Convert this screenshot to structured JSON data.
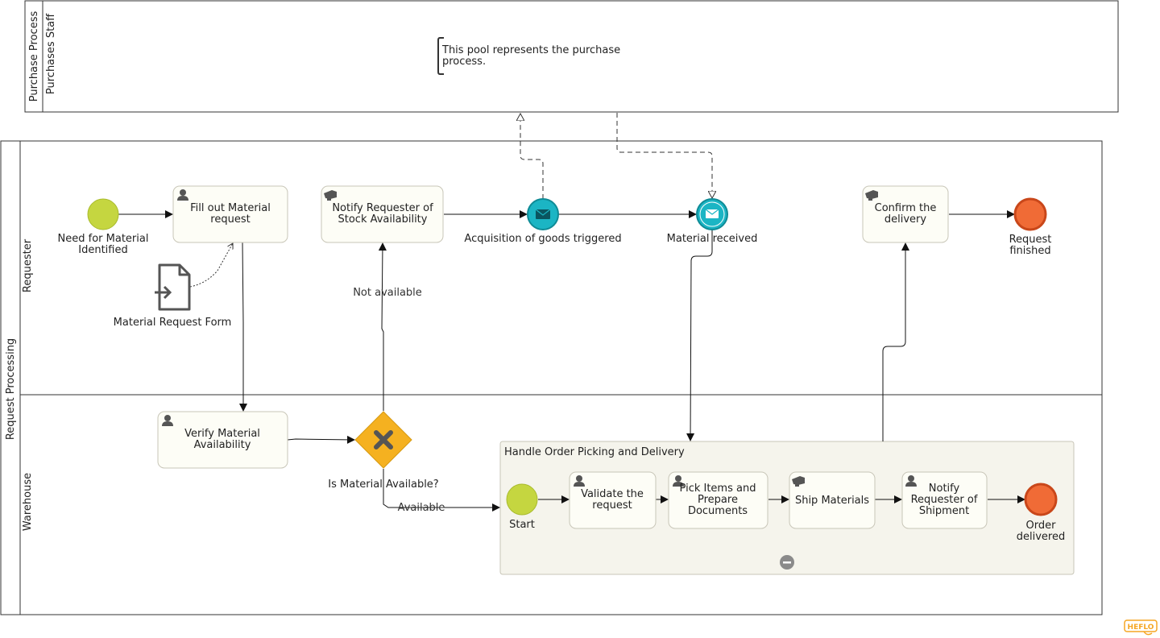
{
  "pools": {
    "purchase": {
      "title": "Purchase Process",
      "lane": "Purchases Staff",
      "annotation": [
        "This pool represents the purchase",
        "process."
      ]
    },
    "request": {
      "title": "Request Processing",
      "lanes": {
        "requester": "Requester",
        "warehouse": "Warehouse"
      }
    }
  },
  "events": {
    "start": [
      "Need for Material",
      "Identified"
    ],
    "acquisition": [
      "Acquisition of goods triggered"
    ],
    "received": [
      "Material received"
    ],
    "finished": [
      "Request",
      "finished"
    ],
    "sub_start": [
      "Start"
    ],
    "sub_end": [
      "Order",
      "delivered"
    ]
  },
  "tasks": {
    "fill": [
      "Fill out Material",
      "request"
    ],
    "notify_stock": [
      "Notify Requester of",
      "Stock Availability"
    ],
    "confirm": [
      "Confirm the",
      "delivery"
    ],
    "verify": [
      "Verify Material",
      "Availability"
    ],
    "validate": [
      "Validate the",
      "request"
    ],
    "pick": [
      "Pick Items and",
      "Prepare",
      "Documents"
    ],
    "ship": [
      "Ship Materials"
    ],
    "notify_ship": [
      "Notify",
      "Requester of",
      "Shipment"
    ]
  },
  "data_object": {
    "label": "Material Request Form"
  },
  "gateway": {
    "label": "Is Material Available?"
  },
  "flows": {
    "not_available": "Not available",
    "available": "Available"
  },
  "subprocess": {
    "title": "Handle Order Picking and Delivery"
  },
  "branding": {
    "logo": "HEFLO"
  },
  "colors": {
    "start_event": "#c5d640",
    "end_event": "#f06b36",
    "message_event": "#1bb5c4",
    "gateway": "#f5b120",
    "task_fill": "#fdfdf6",
    "subprocess_fill": "#f5f4ec",
    "logo": "#f5a623"
  }
}
